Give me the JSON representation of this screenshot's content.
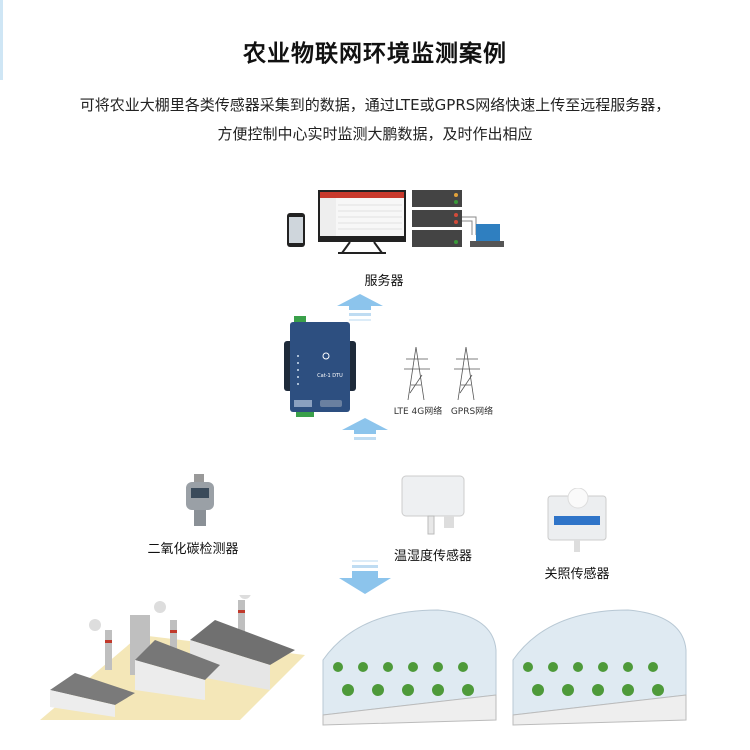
{
  "title": "农业物联网环境监测案例",
  "description": [
    "可将农业大棚里各类传感器采集到的数据，通过LTE或GPRS网络快速上传至远程服务器，",
    "方便控制中心实时监测大鹏数据，及时作出相应"
  ],
  "server": {
    "label": "服务器"
  },
  "network": {
    "lte_label": "LTE 4G网络",
    "gprs_label": "GPRS网络"
  },
  "device": {
    "model": "Cat-1 DTU"
  },
  "sensors": [
    {
      "label": "二氧化碳检测器"
    },
    {
      "label": "温湿度传感器"
    },
    {
      "label": "关照传感器"
    }
  ],
  "colors": {
    "arrow": "#8cc4ec",
    "device": "#2d4f80",
    "greenhouse_roof": "#dfeaf2",
    "plant": "#4e9a3a"
  }
}
